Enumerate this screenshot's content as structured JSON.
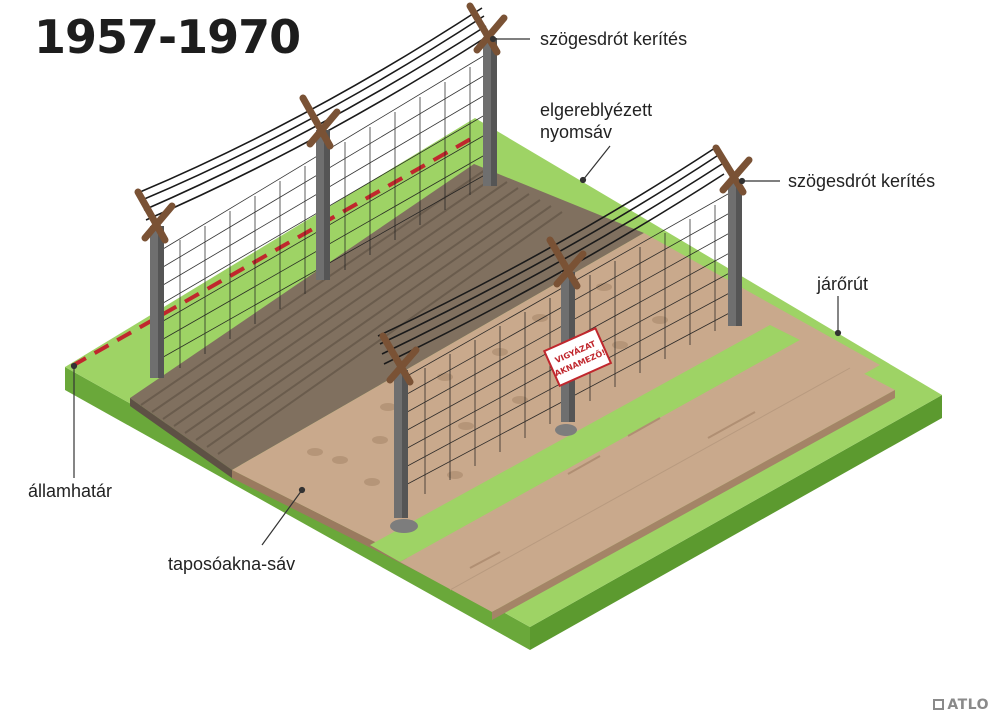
{
  "title": "1957-1970",
  "labels": {
    "fence_top": "szögesdrót kerítés",
    "raked_strip_line1": "elgereblyézett",
    "raked_strip_line2": "nyomsáv",
    "fence_right": "szögesdrót kerítés",
    "patrol_road": "járőrút",
    "state_border": "államhatár",
    "mine_strip": "taposóakna-sáv"
  },
  "warning_sign": {
    "line1": "VIGYÁZAT",
    "line2": "AKNAMEZŐ!"
  },
  "brand": "ATLO",
  "colors": {
    "grass": "#9ed365",
    "grass_side": "#6aa83a",
    "soil": "#c9a98c",
    "soil_side": "#8f6c52",
    "raked": "#80705f",
    "border_line": "#c0272d",
    "post": "#6f6f6f",
    "wood": "#7a5235"
  }
}
